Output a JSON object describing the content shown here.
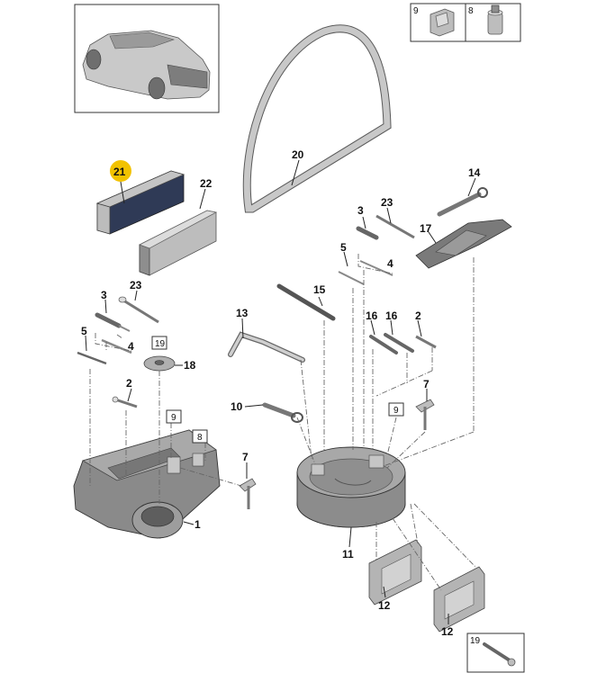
{
  "highlight_color": "#f2c200",
  "highlighted_callout": "21",
  "inset_vehicle": {
    "icon": "suv-rear-three-quarter-icon"
  },
  "inset_9_8": {
    "left_number": "9",
    "right_number": "8"
  },
  "inset_19": {
    "number": "19"
  },
  "callouts": {
    "c1": "1",
    "c2a": "2",
    "c2b": "2",
    "c3a": "3",
    "c3b": "3",
    "c4a": "4",
    "c4b": "4",
    "c5a": "5",
    "c5b": "5",
    "c7a": "7",
    "c7b": "7",
    "c10": "10",
    "c11": "11",
    "c12a": "12",
    "c12b": "12",
    "c13": "13",
    "c14": "14",
    "c15": "15",
    "c16a": "16",
    "c16b": "16",
    "c17": "17",
    "c18": "18",
    "c20": "20",
    "c21": "21",
    "c22": "22",
    "c23a": "23",
    "c23b": "23"
  },
  "boxed_labels": {
    "b19": "19",
    "b9a": "9",
    "b8": "8",
    "b9b": "9"
  }
}
